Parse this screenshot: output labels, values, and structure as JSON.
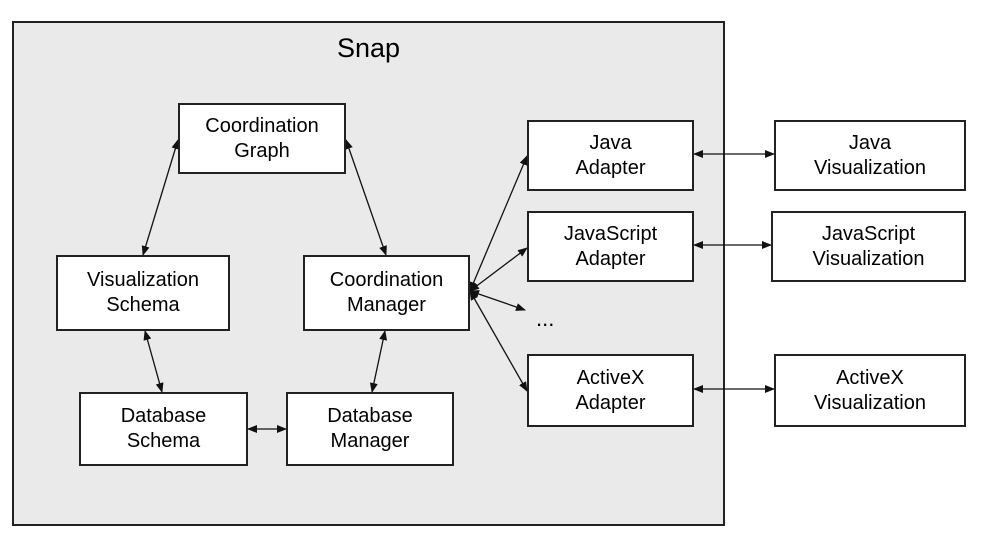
{
  "diagram": {
    "container_label": "Snap",
    "ellipsis": "...",
    "nodes": {
      "coordination_graph": "Coordination\nGraph",
      "visualization_schema": "Visualization\nSchema",
      "coordination_manager": "Coordination\nManager",
      "database_schema": "Database\nSchema",
      "database_manager": "Database\nManager",
      "java_adapter": "Java\nAdapter",
      "javascript_adapter": "JavaScript\nAdapter",
      "activex_adapter": "ActiveX\nAdapter",
      "java_visualization": "Java\nVisualization",
      "javascript_visualization": "JavaScript\nVisualization",
      "activex_visualization": "ActiveX\nVisualization"
    }
  }
}
